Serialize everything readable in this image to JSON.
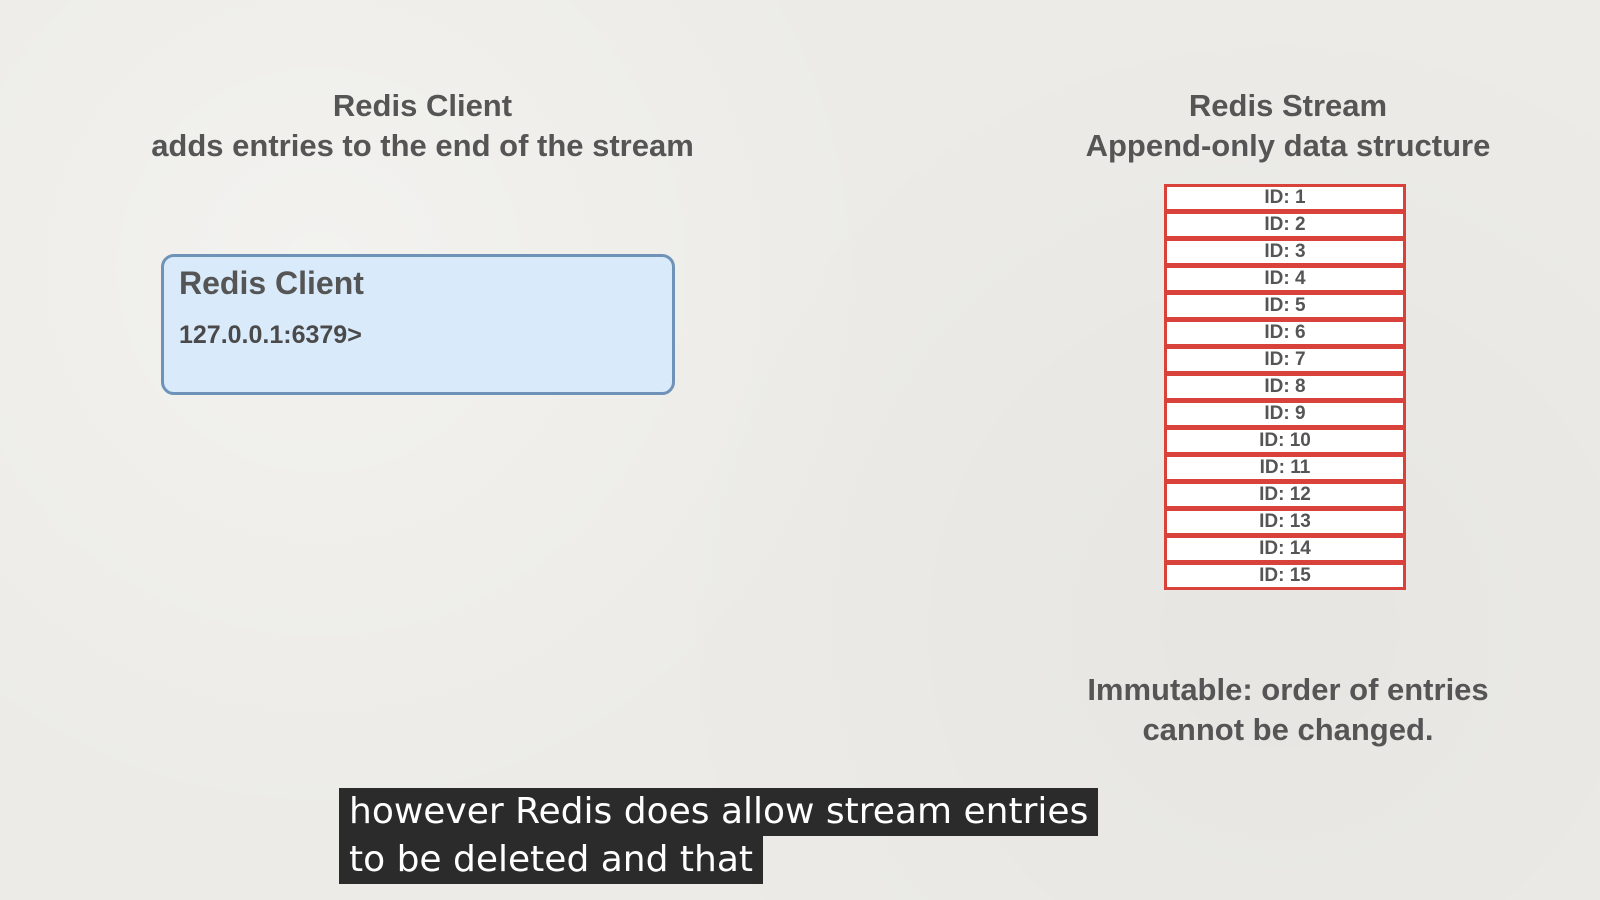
{
  "client_heading": {
    "title": "Redis Client",
    "subtitle": "adds entries to the end of the stream"
  },
  "stream_heading": {
    "title": "Redis Stream",
    "subtitle": "Append-only data structure"
  },
  "client_box": {
    "title": "Redis Client",
    "prompt": "127.0.0.1:6379>"
  },
  "stream_entries": [
    "ID: 1",
    "ID: 2",
    "ID: 3",
    "ID: 4",
    "ID: 5",
    "ID: 6",
    "ID: 7",
    "ID: 8",
    "ID: 9",
    "ID: 10",
    "ID: 11",
    "ID: 12",
    "ID: 13",
    "ID: 14",
    "ID: 15"
  ],
  "note": {
    "line1": "Immutable: order of entries",
    "line2": "cannot be changed."
  },
  "caption": {
    "line1": "however Redis does allow stream entries",
    "line2": "to be deleted and that"
  },
  "colors": {
    "client_box_fill": "#d9ebfb",
    "client_box_border": "#6f93b8",
    "stream_entry_border": "#d9423a"
  }
}
